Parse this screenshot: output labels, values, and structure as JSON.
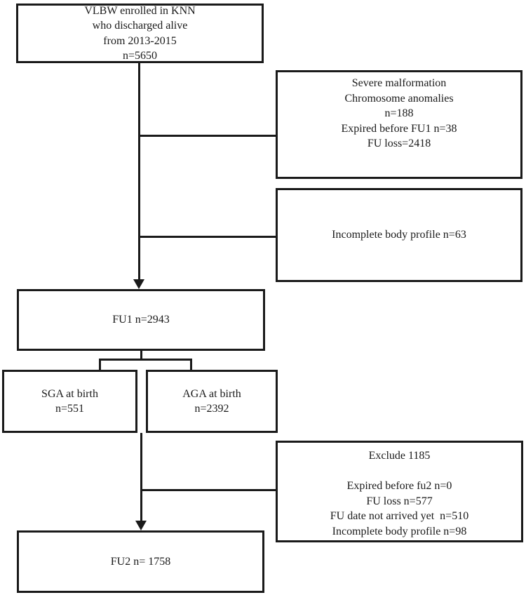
{
  "figure": {
    "type": "study-flow-diagram",
    "colors": {
      "line": "#1a1a1a",
      "text": "#1a1a1a",
      "background": "#ffffff"
    }
  },
  "boxes": {
    "enrollment": {
      "lines": [
        "VLBW enrolled in KNN",
        "who discharged alive",
        "from 2013-2015",
        "n=5650"
      ]
    },
    "exclusion_fu1": {
      "lines": [
        "Severe malformation",
        "Chromosome anomalies",
        "n=188",
        "Expired before FU1 n=38",
        "FU loss=2418"
      ]
    },
    "incomplete_profile": {
      "lines": [
        "Incomplete body profile n=63"
      ]
    },
    "fu1": {
      "lines": [
        "FU1 n=2943"
      ]
    },
    "sga": {
      "lines": [
        "SGA at birth",
        "n=551"
      ]
    },
    "aga": {
      "lines": [
        "AGA at birth",
        "n=2392"
      ]
    },
    "exclusion_fu2": {
      "lines": [
        "Exclude 1185",
        "",
        "Expired before fu2 n=0",
        "FU loss n=577",
        "FU date not arrived yet  n=510",
        "Incomplete body profile n=98"
      ]
    },
    "fu2": {
      "lines": [
        "FU2 n= 1758"
      ]
    }
  }
}
